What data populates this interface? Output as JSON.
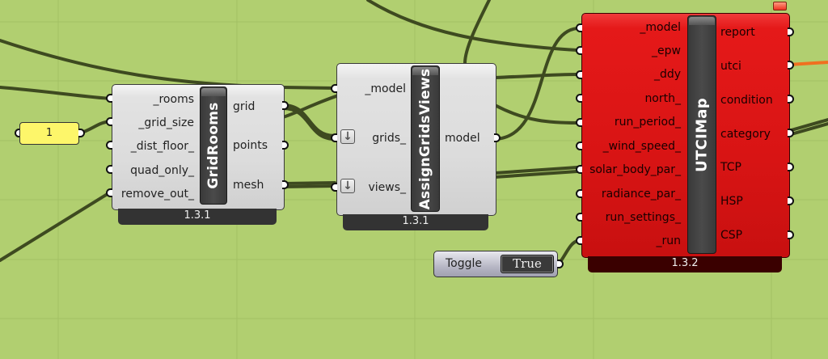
{
  "canvas": {
    "background": "#b1cf70",
    "grid_color": "#a3c164",
    "wire_color": "#3e4a20",
    "highlight_wire_color": "#f07020"
  },
  "slider": {
    "value": "1"
  },
  "grid_rooms": {
    "nickname": "GridRooms",
    "version": "1.3.1",
    "inputs": [
      "_rooms",
      "_grid_size",
      "_dist_floor_",
      "quad_only_",
      "remove_out_"
    ],
    "outputs": [
      "grid",
      "points",
      "mesh"
    ]
  },
  "assign_grids_views": {
    "nickname": "AssignGridsViews",
    "version": "1.3.1",
    "inputs": [
      "_model",
      "grids_",
      "views_"
    ],
    "outputs": [
      "model"
    ],
    "flatten_icon": "flatten-down-arrow-icon"
  },
  "utci_map": {
    "nickname": "UTCIMap",
    "version": "1.3.2",
    "color": "#dd1616",
    "inputs": [
      "_model",
      "_epw",
      "_ddy",
      "north_",
      "run_period_",
      "_wind_speed_",
      "solar_body_par_",
      "radiance_par_",
      "run_settings_",
      "_run"
    ],
    "outputs": [
      "report",
      "utci",
      "condition",
      "category",
      "TCP",
      "HSP",
      "CSP"
    ]
  },
  "toggle": {
    "label": "Toggle",
    "value": "True"
  }
}
